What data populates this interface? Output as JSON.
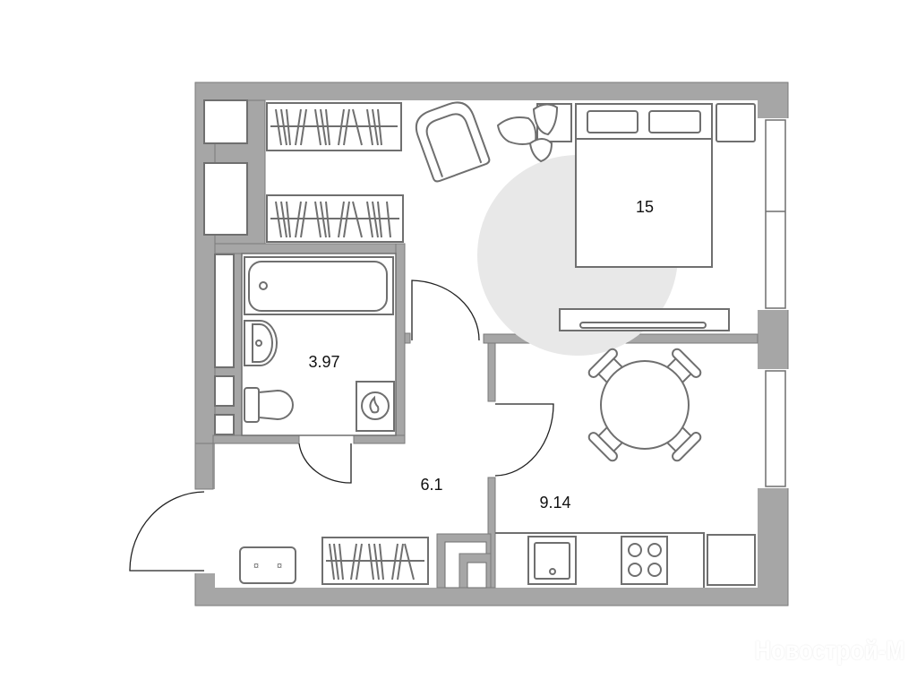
{
  "plan": {
    "rooms": [
      {
        "name": "bedroom",
        "area": "15"
      },
      {
        "name": "bathroom",
        "area": "3.97"
      },
      {
        "name": "hallway",
        "area": "6.1"
      },
      {
        "name": "kitchen",
        "area": "9.14"
      }
    ]
  },
  "colors": {
    "wall": "#a6a6a6",
    "line": "#6f6f6f",
    "rug": "#e8e8e8"
  },
  "watermark": "Новострой-М"
}
